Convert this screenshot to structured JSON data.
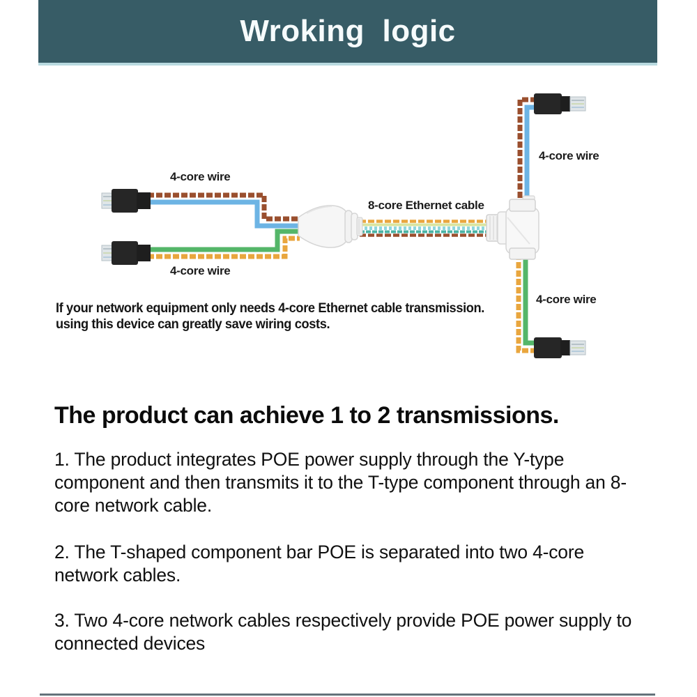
{
  "header": {
    "title": "Wroking  logic",
    "bg_color": "#375c66",
    "underline_color": "#b9dae0"
  },
  "diagram": {
    "labels": {
      "top_left": "4-core wire",
      "bottom_left": "4-core wire",
      "cable": "8-core Ethernet cable",
      "top_right": "4-core wire",
      "bottom_right": "4-core wire"
    },
    "caption": {
      "line1": "If your network equipment only needs 4-core Ethernet cable transmission.",
      "line2": "using this device can greatly save wiring costs."
    },
    "components": {
      "left": "Y-type component",
      "right": "T-type component"
    },
    "colors": {
      "brown_wire": "#9a4f2e",
      "blue_wire": "#6db4e4",
      "green_wire": "#54b669",
      "orange_wire": "#e9a63e",
      "pale_green_stripe": "#d9e4a0",
      "cyan_stripe": "#8fd6de",
      "teal_stripe": "#4ab3a4",
      "connector_black": "#262626",
      "connector_tip": "#dfe5e8",
      "component_white": "#f7f7f7"
    }
  },
  "content": {
    "heading": "The product can achieve 1 to 2 transmissions.",
    "paragraphs": [
      "1. The product integrates POE power supply through the Y-type component and then transmits it to the T-type component through an 8-core network cable.",
      "2. The T-shaped component bar POE is separated into two 4-core network cables.",
      "3. Two 4-core network cables respectively provide POE power supply to connected devices"
    ]
  },
  "footer": {
    "rule_color": "#64727a"
  }
}
